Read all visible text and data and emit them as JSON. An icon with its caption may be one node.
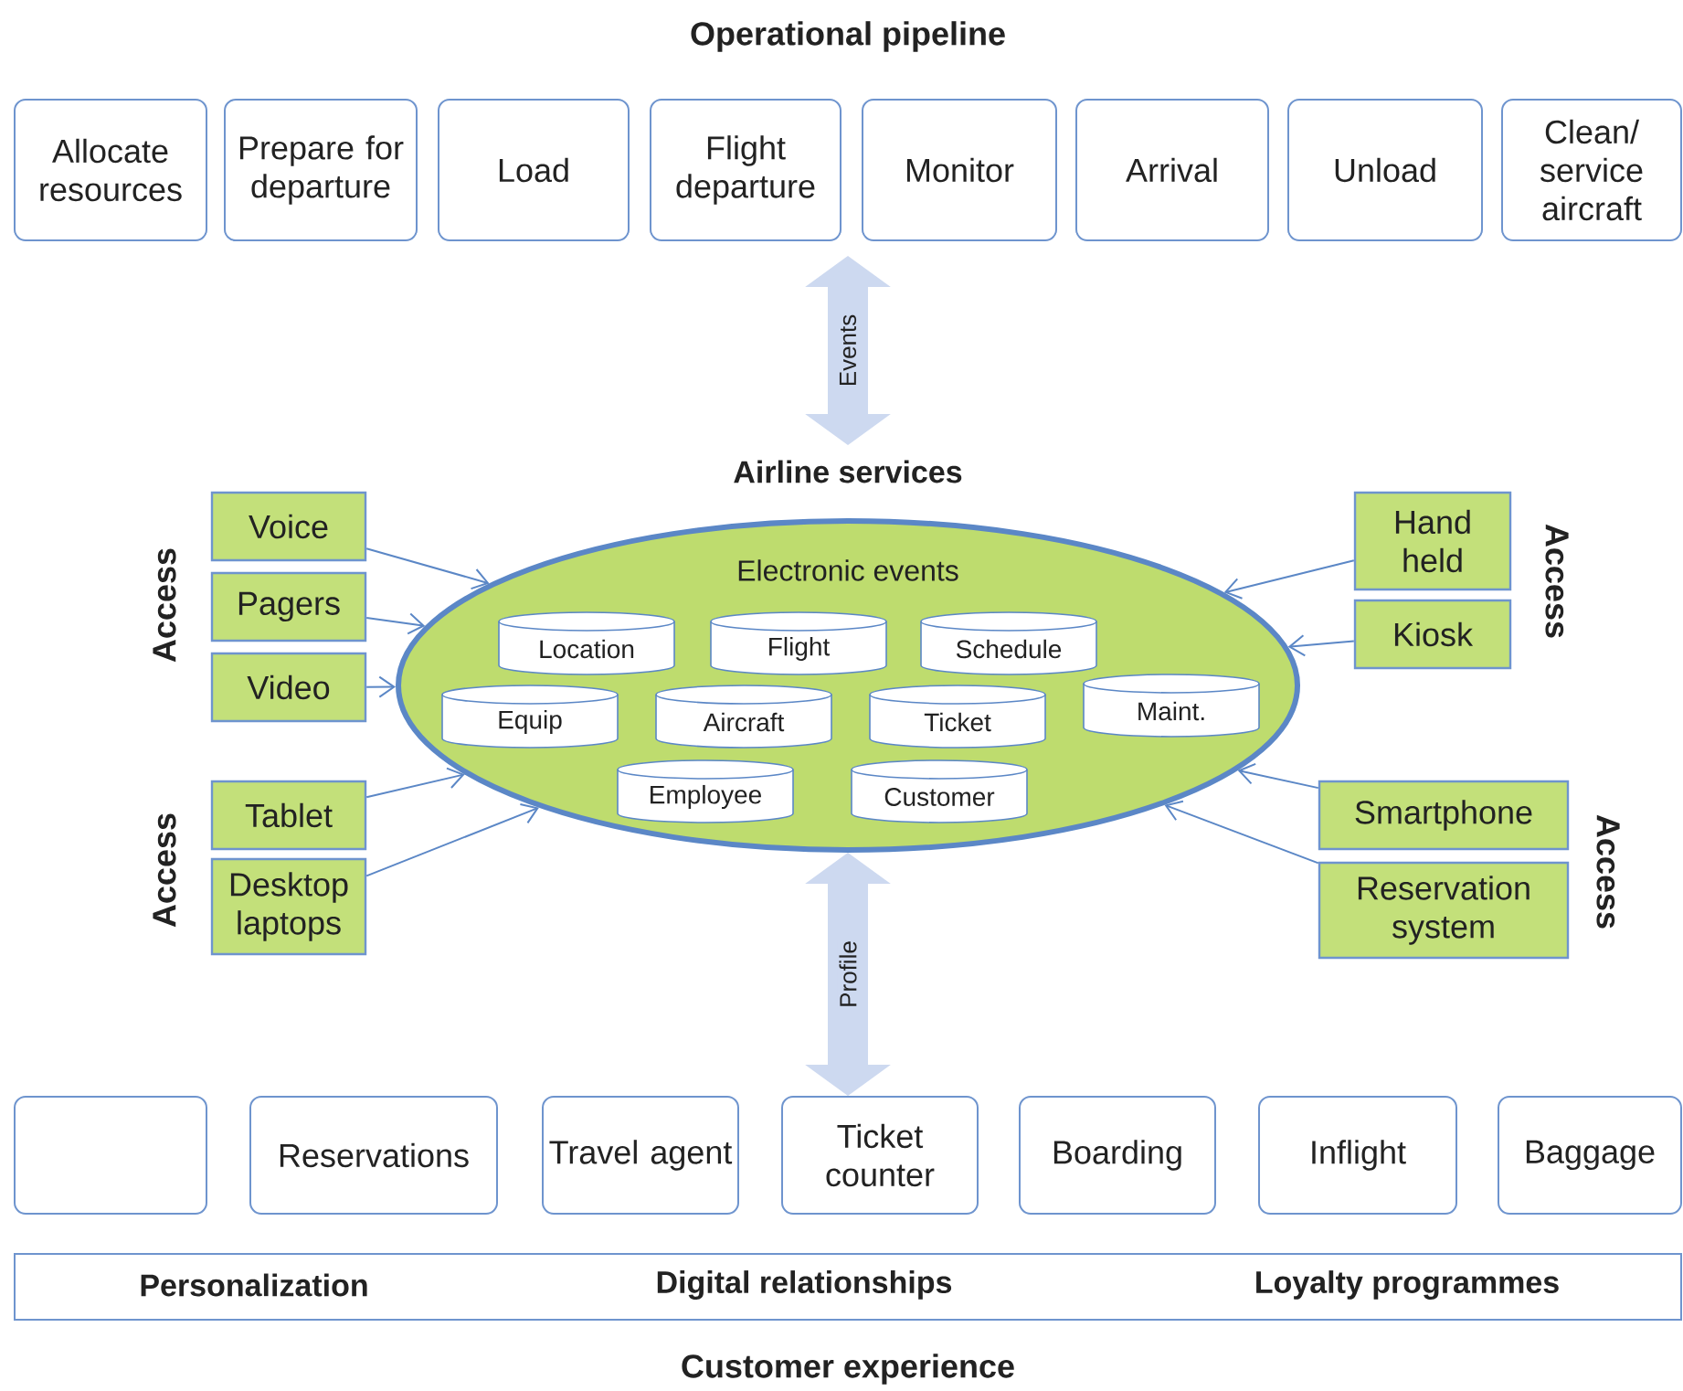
{
  "diagram": {
    "title": "Operational pipeline",
    "caption": "Customer experience",
    "nodes": [
      {
        "text": [
          "Allocate resources"
        ]
      },
      {
        "text": [
          "Prepare for departure"
        ]
      },
      {
        "text": [
          "Load"
        ]
      },
      {
        "text": [
          "Flight departure"
        ]
      },
      {
        "text": [
          "Monitor"
        ]
      },
      {
        "text": [
          "Arrival"
        ]
      },
      {
        "text": [
          "Unload"
        ]
      },
      {
        "text": [
          "Clean/ service aircraft"
        ]
      },
      {
        "text": [
          "Airline services",
          "Electronic events"
        ]
      },
      {
        "text": [
          "Location"
        ],
        "in": 8
      },
      {
        "text": [
          "Flight"
        ],
        "in": 8
      },
      {
        "text": [
          "Schedule"
        ],
        "in": 8
      },
      {
        "text": [
          "Equip"
        ],
        "in": 8
      },
      {
        "text": [
          "Aircraft"
        ],
        "in": 8
      },
      {
        "text": [
          "Ticket"
        ],
        "in": 8
      },
      {
        "text": [
          "Maint."
        ],
        "in": 8
      },
      {
        "text": [
          "Employee"
        ],
        "in": 8
      },
      {
        "text": [
          "Customer"
        ],
        "in": 8
      },
      {
        "text": [
          "Voice"
        ]
      },
      {
        "text": [
          "Pagers"
        ]
      },
      {
        "text": [
          "Video"
        ]
      },
      {
        "text": [
          "Tablet"
        ]
      },
      {
        "text": [
          "Desktop laptops"
        ]
      },
      {
        "text": [
          "Hand held"
        ]
      },
      {
        "text": [
          "Kiosk"
        ]
      },
      {
        "text": [
          "Smartphone"
        ]
      },
      {
        "text": [
          "Reservation system"
        ]
      },
      {
        "text": [],
        "shape": "box"
      },
      {
        "text": [
          "Reservations"
        ]
      },
      {
        "text": [
          "Travel agent"
        ]
      },
      {
        "text": [
          "Ticket counter"
        ]
      },
      {
        "text": [
          "Boarding"
        ]
      },
      {
        "text": [
          "Inflight"
        ]
      },
      {
        "text": [
          "Baggage"
        ]
      },
      {
        "text": [
          "Personalization",
          "Digital relationships",
          "Loyalty programmes"
        ]
      }
    ],
    "edges": [
      {
        "from": 8,
        "to": 3,
        "arrow": "both",
        "label": "Events",
        "style": "thick",
        "color": "#cdd9f0"
      },
      {
        "from": 30,
        "to": 8,
        "arrow": "both",
        "label": "Profile",
        "style": "thick",
        "color": "#cdd9f0"
      },
      {
        "from": 18,
        "to": 8,
        "arrow": "to"
      },
      {
        "from": 19,
        "to": 8,
        "arrow": "to"
      },
      {
        "from": 20,
        "to": 8,
        "arrow": "to"
      },
      {
        "from": 21,
        "to": 8,
        "arrow": "to"
      },
      {
        "from": 22,
        "to": 8,
        "arrow": "to"
      },
      {
        "from": 23,
        "to": 8,
        "arrow": "to"
      },
      {
        "from": 24,
        "to": 8,
        "arrow": "to"
      },
      {
        "from": 25,
        "to": 8,
        "arrow": "to"
      },
      {
        "from": 26,
        "to": 8,
        "arrow": "to"
      }
    ],
    "labels": [
      "Access",
      "Access",
      "Access",
      "Access"
    ]
  }
}
